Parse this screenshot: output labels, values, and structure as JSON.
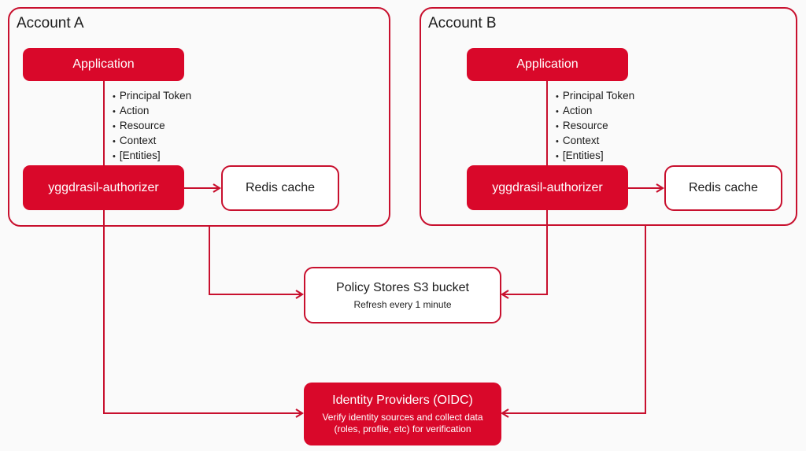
{
  "colors": {
    "accent": "#d9082a",
    "line": "#c8102e",
    "background": "#fafafa",
    "text": "#1c1c1c"
  },
  "accounts": [
    {
      "title": "Account A",
      "application_label": "Application",
      "payload_items": [
        "Principal Token",
        "Action",
        "Resource",
        "Context",
        "[Entities]"
      ],
      "authorizer_label": "yggdrasil-authorizer",
      "cache_label": "Redis cache"
    },
    {
      "title": "Account B",
      "application_label": "Application",
      "payload_items": [
        "Principal Token",
        "Action",
        "Resource",
        "Context",
        "[Entities]"
      ],
      "authorizer_label": "yggdrasil-authorizer",
      "cache_label": "Redis cache"
    }
  ],
  "policy_store": {
    "title": "Policy Stores S3 bucket",
    "subtitle": "Refresh every 1 minute"
  },
  "identity_providers": {
    "title": "Identity Providers (OIDC)",
    "subtitle_line1": "Verify identity sources and collect data",
    "subtitle_line2": "(roles, profile, etc) for verification"
  },
  "connections": [
    {
      "from": "application-a",
      "to": "authorizer-a",
      "type": "line"
    },
    {
      "from": "authorizer-a",
      "to": "redis-cache-a",
      "type": "arrow"
    },
    {
      "from": "account-a",
      "to": "policy-store",
      "type": "arrow"
    },
    {
      "from": "authorizer-a",
      "to": "identity-providers",
      "type": "arrow"
    },
    {
      "from": "application-b",
      "to": "authorizer-b",
      "type": "line"
    },
    {
      "from": "authorizer-b",
      "to": "redis-cache-b",
      "type": "arrow"
    },
    {
      "from": "authorizer-b",
      "to": "policy-store",
      "type": "arrow"
    },
    {
      "from": "account-b",
      "to": "identity-providers",
      "type": "arrow"
    }
  ]
}
